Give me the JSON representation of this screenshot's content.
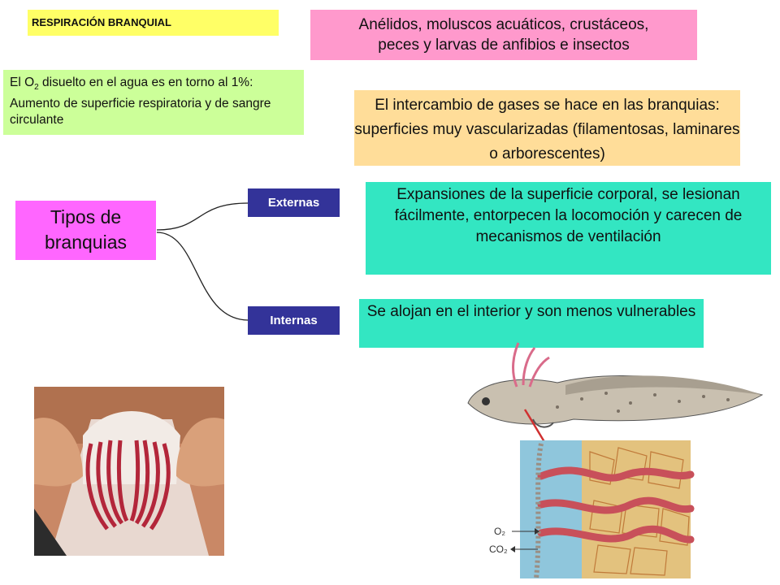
{
  "title": "RESPIRACIÓN BRANQUIAL",
  "animals": {
    "line1": "Anélidos, moluscos acuáticos, crustáceos,",
    "line2": "peces y larvas de anfibios e insectos"
  },
  "oxygen_note": {
    "prefix": "El O",
    "subscript": "2",
    "suffix": " disuelto en el agua es en torno al 1%: Aumento de superficie respiratoria y de sangre circulante"
  },
  "exchange": "El intercambio de gases se hace en las branquias: superficies muy vascularizadas (filamentosas, laminares o arborescentes)",
  "gill_types": {
    "heading": "Tipos de branquias",
    "external": {
      "label": "Externas",
      "description": "Expansiones de la superficie corporal, se lesionan fácilmente, entorpecen la locomoción y carecen de mecanismos de ventilación"
    },
    "internal": {
      "label": "Internas",
      "description": "Se alojan en el interior y son menos vulnerables"
    }
  },
  "illustration": {
    "o2_label": "O₂",
    "co2_label": "CO₂"
  },
  "colors": {
    "title_bg": "#ffff66",
    "animals_bg": "#ff99cc",
    "oxygen_bg": "#ccff99",
    "exchange_bg": "#ffdd99",
    "types_bg": "#ff66ff",
    "tag_bg": "#333399",
    "description_bg": "#33e6c2"
  }
}
